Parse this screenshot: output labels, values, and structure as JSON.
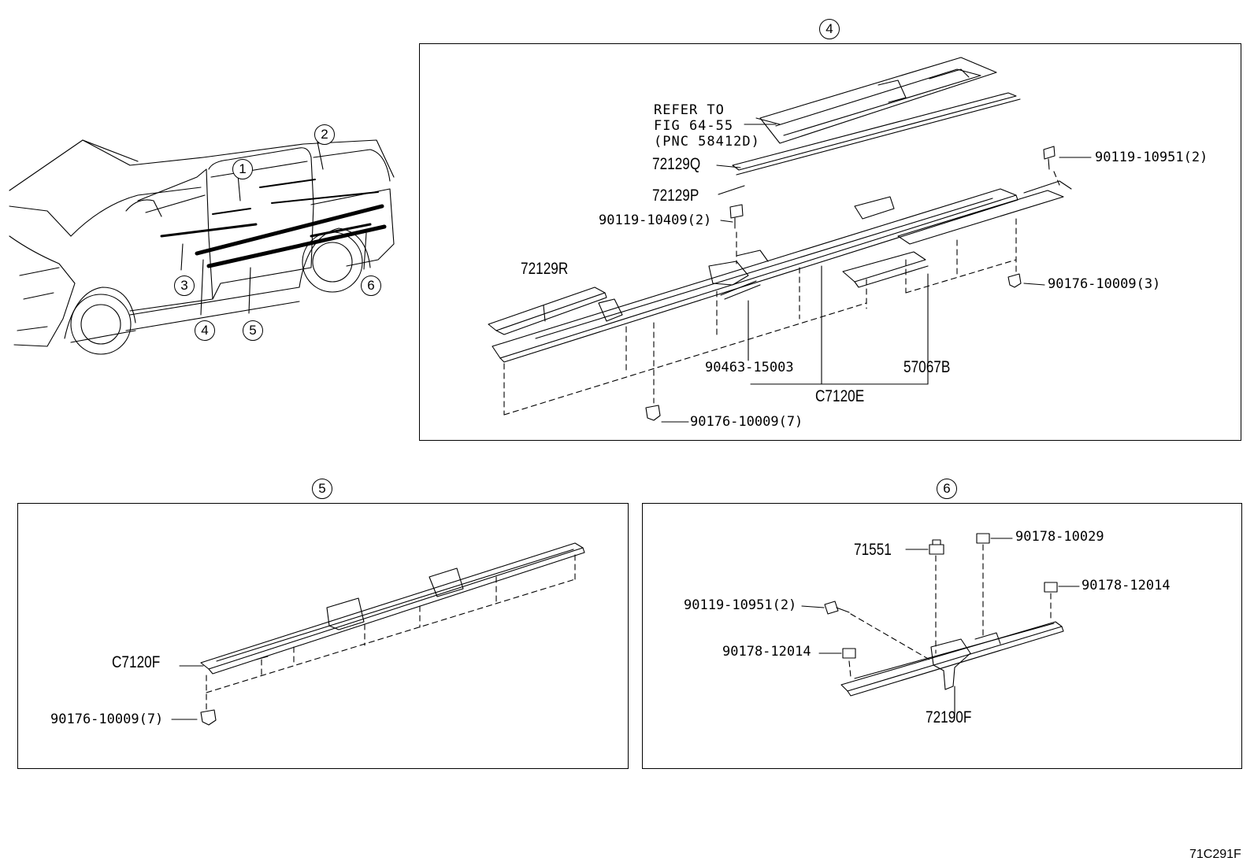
{
  "figure_code": "71C291F",
  "overview": {
    "callouts": [
      "1",
      "2",
      "3",
      "4",
      "5",
      "6"
    ]
  },
  "panel4": {
    "number": "4",
    "refer": [
      "REFER TO",
      "FIG 64-55",
      "(PNC 58412D)"
    ],
    "labels": {
      "p72129Q": "72129Q",
      "p72129P": "72129P",
      "p72129R": "72129R",
      "bolt_90119_10409": "90119-10409(2)",
      "bolt_90119_10951": "90119-10951(2)",
      "clip_90176_10009_3": "90176-10009(3)",
      "clip_90463_15003": "90463-15003",
      "p57067B": "57067B",
      "pC7120E": "C7120E",
      "clip_90176_10009_7": "90176-10009(7)"
    }
  },
  "panel5": {
    "number": "5",
    "labels": {
      "pC7120F": "C7120F",
      "clip_90176_10009_7": "90176-10009(7)"
    }
  },
  "panel6": {
    "number": "6",
    "labels": {
      "p71551": "71551",
      "nut_90178_10029": "90178-10029",
      "nut_90178_12014_a": "90178-12014",
      "bolt_90119_10951": "90119-10951(2)",
      "nut_90178_12014_b": "90178-12014",
      "p72190F": "72190F"
    }
  }
}
